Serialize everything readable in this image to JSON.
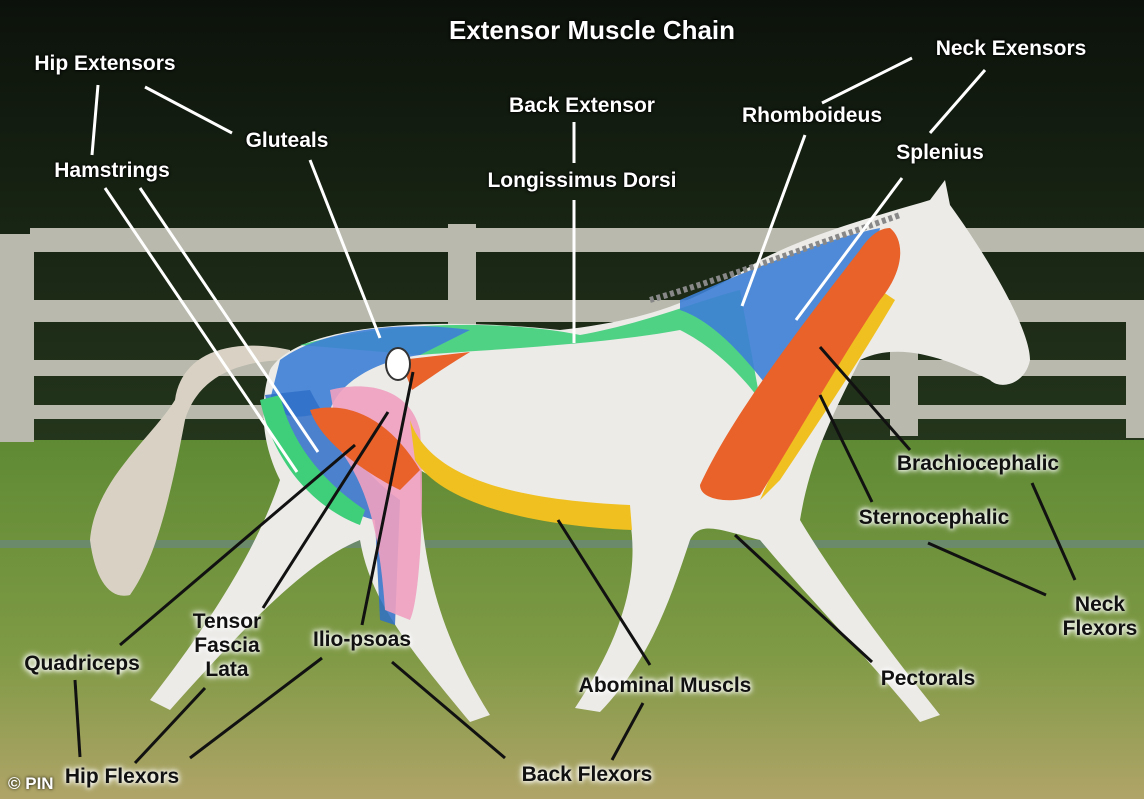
{
  "title": "Extensor Muscle Chain",
  "labels": {
    "hip_extensors": "Hip Extensors",
    "gluteals": "Gluteals",
    "hamstrings": "Hamstrings",
    "back_extensor": "Back Extensor",
    "longissimus_dorsi": "Longissimus Dorsi",
    "neck_extensors": "Neck Exensors",
    "rhomboideus": "Rhomboideus",
    "splenius": "Splenius",
    "brachiocephalic": "Brachiocephalic",
    "sternocephalic": "Sternocephalic",
    "neck_flexors_1": "Neck",
    "neck_flexors_2": "Flexors",
    "pectorals": "Pectorals",
    "abdominal_muscles": "Abominal Muscls",
    "back_flexors": "Back Flexors",
    "hip_flexors": "Hip Flexors",
    "quadriceps": "Quadriceps",
    "tensor_1": "Tensor",
    "tensor_2": "Fascia",
    "tensor_3": "Lata",
    "ilio_psoas": "Ilio-psoas"
  },
  "copyright": "© PIN",
  "colors": {
    "extensor_blue": "#3d7fd6",
    "extensor_green": "#3fcf7a",
    "flexor_orange": "#e8622a",
    "flexor_yellow": "#f0c020",
    "pink": "#f0a0c0"
  }
}
